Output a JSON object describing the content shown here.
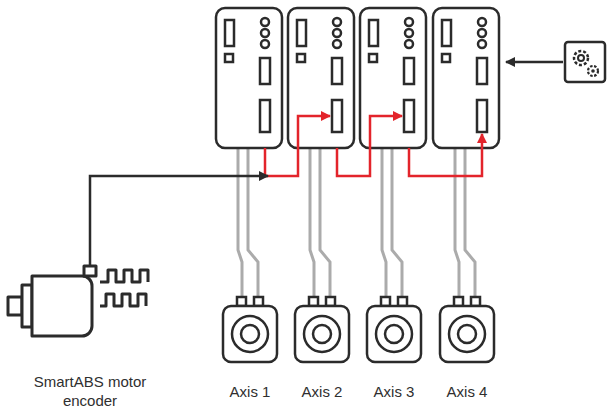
{
  "diagram": {
    "labels": [
      "SmartABS motor encoder",
      "Axis 1",
      "Axis 2",
      "Axis 3",
      "Axis 4"
    ]
  }
}
